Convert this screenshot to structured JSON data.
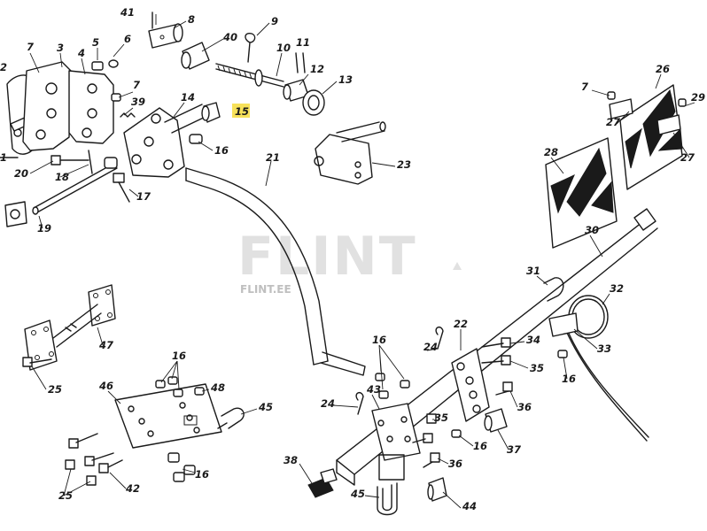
{
  "watermark": {
    "brand": "FLINT",
    "site": "FLINT.EE"
  },
  "highlight_color": "#f7e15a",
  "labels": {
    "n1": "1",
    "n2": "2",
    "n3": "3",
    "n4": "4",
    "n5": "5",
    "n6": "6",
    "n7": "7",
    "n7b": "7",
    "n8": "8",
    "n9": "9",
    "n10": "10",
    "n11": "11",
    "n12": "12",
    "n13": "13",
    "n14": "14",
    "n15": "15",
    "n16a": "16",
    "n16b": "16",
    "n16c": "16",
    "n16d": "16",
    "n16e": "16",
    "n16f": "16",
    "n17": "17",
    "n18": "18",
    "n19": "19",
    "n20": "20",
    "n21": "21",
    "n22": "22",
    "n23": "23",
    "n24a": "24",
    "n24b": "24",
    "n25a": "25",
    "n25b": "25",
    "n26": "26",
    "n27a": "27",
    "n27b": "27",
    "n28": "28",
    "n29": "29",
    "n30": "30",
    "n31": "31",
    "n32": "32",
    "n33": "33",
    "n34": "34",
    "n35a": "35",
    "n35b": "35",
    "n36a": "36",
    "n36b": "36",
    "n37": "37",
    "n38": "38",
    "n39": "39",
    "n40": "40",
    "n41": "41",
    "n42": "42",
    "n43": "43",
    "n44": "44",
    "n45a": "45",
    "n45b": "45",
    "n46": "46",
    "n47": "47",
    "n48": "48"
  }
}
